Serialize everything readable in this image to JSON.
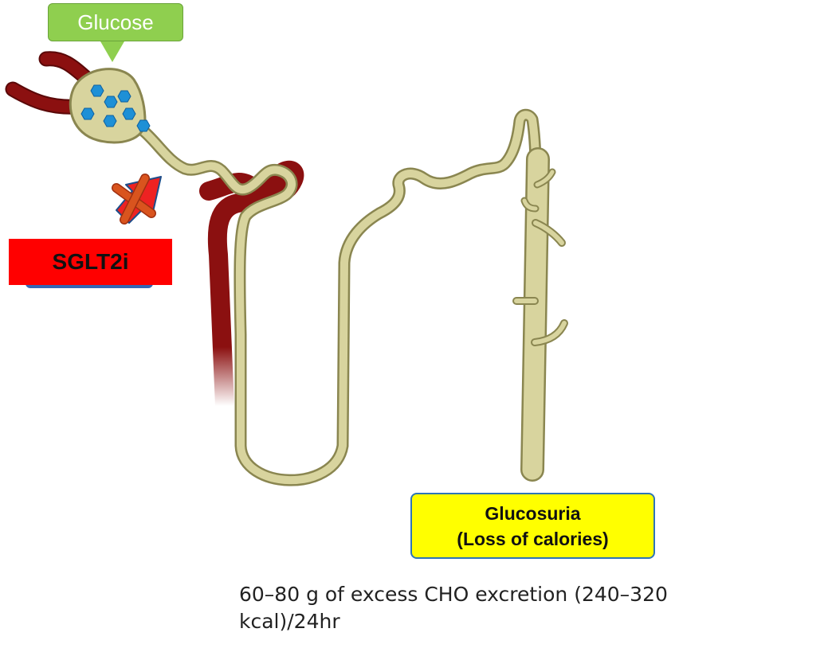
{
  "labels": {
    "glucose": "Glucose",
    "inhibitor": "SGLT2i",
    "outcome_line1": "Glucosuria",
    "outcome_line2": "(Loss of calories)",
    "excretion_note": "60–80 g of excess CHO excretion (240–320 kcal)/24hr"
  },
  "colors": {
    "tubule": "#d8d49e",
    "tubule_outline": "#8a8650",
    "vessel": "#8b1010",
    "glucose_molecule": "#1e90d6",
    "glucose_box": "#8fcf4f",
    "inhibitor_box": "#ff0000",
    "transport_arrow": "#ee2222",
    "block_cross": "#d9541e",
    "outcome_box": "#ffff00"
  },
  "icons": {
    "glucose_molecules": "hexagon-icon",
    "transport_arrow": "arrow-up-right-icon",
    "block_mark": "x-cross-icon"
  }
}
